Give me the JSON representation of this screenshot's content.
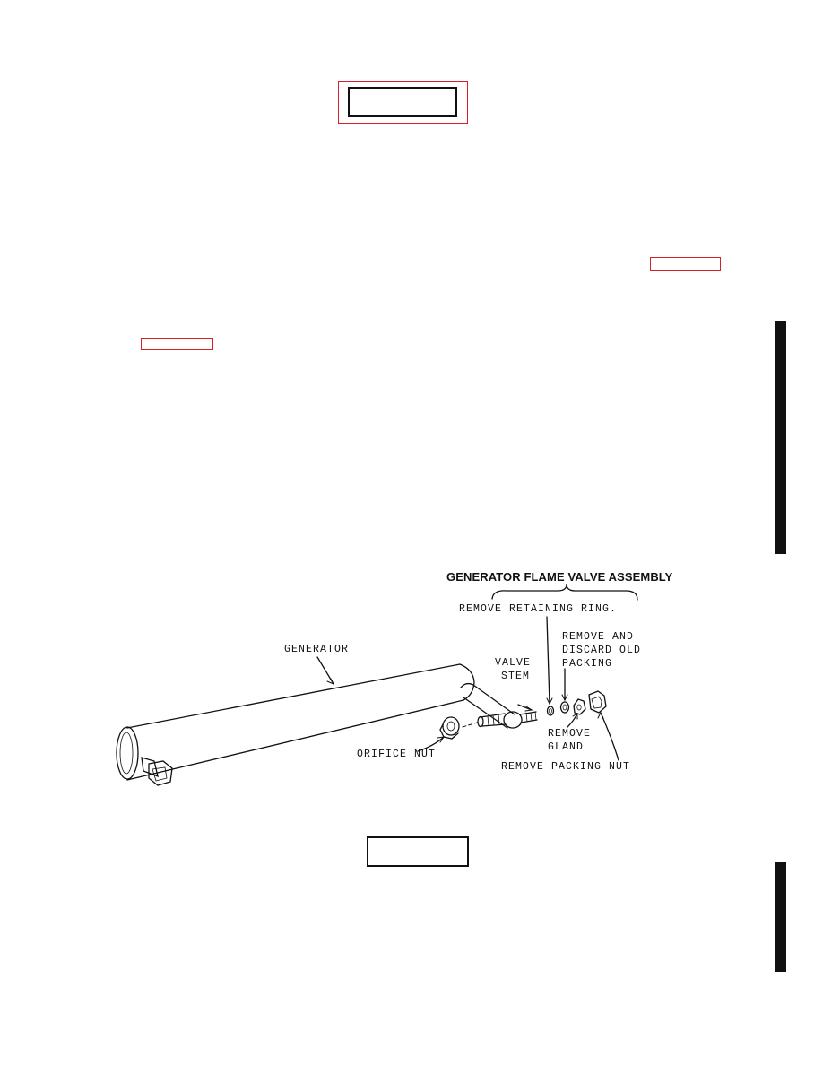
{
  "figure": {
    "title": "GENERATOR FLAME VALVE ASSEMBLY",
    "labels": {
      "remove_retaining_ring": "REMOVE RETAINING RING.",
      "remove_discard_line1": "REMOVE AND",
      "remove_discard_line2": "DISCARD OLD",
      "remove_discard_line3": "PACKING",
      "generator": "GENERATOR",
      "valve_line1": "VALVE",
      "valve_line2": "STEM",
      "orifice_nut": "ORIFICE NUT",
      "remove_gland_line1": "REMOVE",
      "remove_gland_line2": "GLAND",
      "remove_packing_nut": "REMOVE PACKING NUT"
    }
  },
  "colors": {
    "link_box": "#d4202a",
    "ink": "#111111"
  }
}
